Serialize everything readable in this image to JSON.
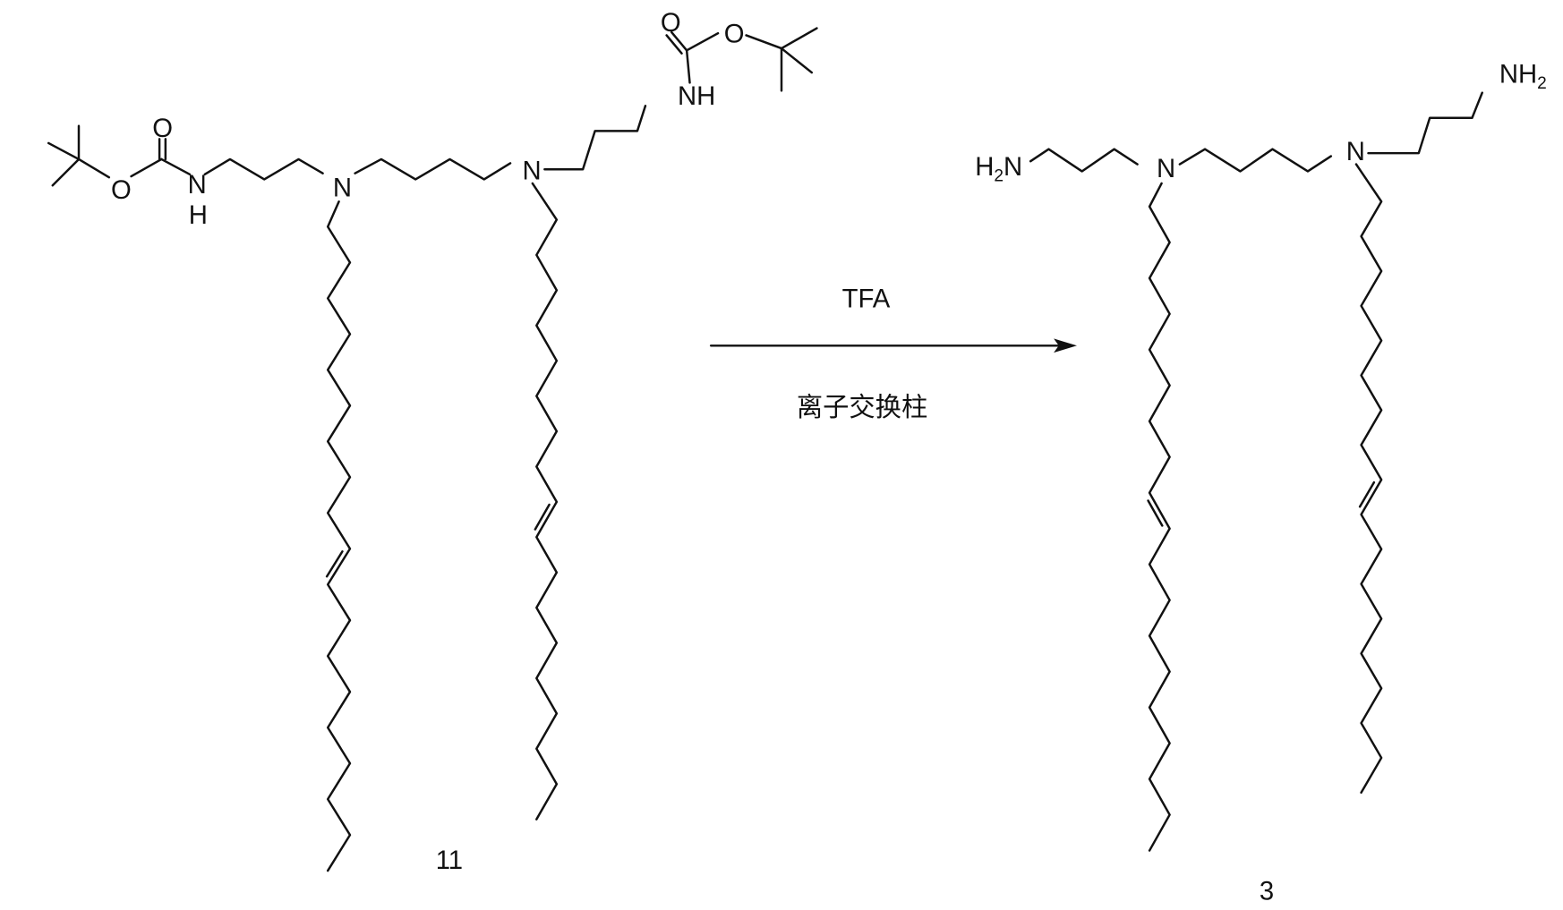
{
  "reactant": {
    "label": "11",
    "atoms": {
      "o": "O",
      "nh": "NH",
      "n": "N",
      "h": "H"
    }
  },
  "product": {
    "label": "3",
    "atoms": {
      "h2n_h": "H",
      "h2n_2": "2",
      "h2n_n": "N",
      "n": "N",
      "nh2_nh": "NH",
      "nh2_2": "2"
    }
  },
  "arrow": {
    "reagent_above": "TFA",
    "reagent_below": "离子交换柱"
  },
  "colors": {
    "ink": "#111111",
    "background": "#ffffff"
  }
}
